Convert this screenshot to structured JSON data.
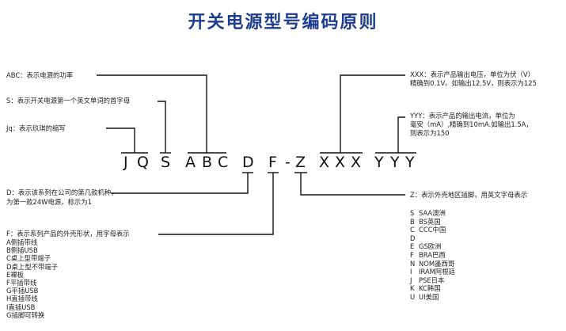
{
  "title": "开关电源型号编码原则",
  "code": [
    "J",
    "Q",
    "S",
    "A",
    "B",
    "C",
    "D",
    "F",
    "-",
    "Z",
    "X",
    "X",
    "X",
    "Y",
    "Y",
    "Y"
  ],
  "left_notes": {
    "abc": "ABC：表示电源的功率",
    "s": "S：表示开关电源第一个英文单词的首字母",
    "jq": "Jq：表示玖琪的缩写",
    "d_line1": "D：表示该系列在公司的第几款机种，",
    "d_line2": "为第一款24W电源，标示为1",
    "f_line1": "F：表示系列产品的外壳形状，用字母表示"
  },
  "right_notes": {
    "xxx_line1": "XXX：表示产品输出电压，单位为伏（V）",
    "xxx_line2": "精确到0.1V。如输出12.5V，则表示为125",
    "yyy_line1": "YYY：表示产品的输出电流，单位为",
    "yyy_line2": "毫安（mA）,精确到10mA.如输出1.5A，",
    "yyy_line3": "则表示为150",
    "z_line1": "Z：表示外壳地区插脚，用英文字母表示"
  },
  "shape_options": [
    "A侧插带线",
    "B侧插USB",
    "C桌上型带端子",
    "D桌上型不带端子",
    "E裸板",
    "F平插带线",
    "G平插USB",
    "H直插带线",
    "I直插USB",
    "G插脚可转换"
  ],
  "region_options": [
    {
      "code": "S",
      "name": "SAA澳洲"
    },
    {
      "code": "B",
      "name": "BS英国"
    },
    {
      "code": "C",
      "name": "CCC中国"
    },
    {
      "code": "D",
      "name": ""
    },
    {
      "code": "E",
      "name": "GS欧洲"
    },
    {
      "code": "F",
      "name": "BRA巴西"
    },
    {
      "code": "N",
      "name": "NOM墨西哥"
    },
    {
      "code": "I",
      "name": "IRAM阿根廷"
    },
    {
      "code": "J",
      "name": "PSE日本"
    },
    {
      "code": "K",
      "name": "KC韩国"
    },
    {
      "code": "U",
      "name": "UI美国"
    }
  ],
  "colors": {
    "title": "#1e3d8f",
    "text": "#222222",
    "line": "#111111"
  }
}
